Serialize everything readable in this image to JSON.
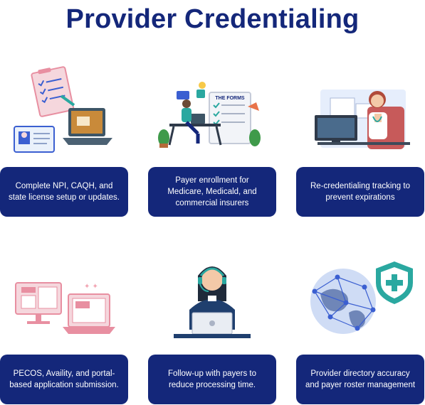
{
  "title": "Provider Credentialing",
  "cards": [
    {
      "text": "Complete NPI, CAQH, and state license setup or updates.",
      "icon": "license-setup-icon"
    },
    {
      "text": "Payer enrollment for Medicare, Medicald, and commercial insurers",
      "icon": "forms-desk-icon"
    },
    {
      "text": "Re-credentialing tracking to prevent expirations",
      "icon": "doctor-computer-icon"
    },
    {
      "text": "PECOS, Availity, and portal-based application submission.",
      "icon": "portal-laptop-icon"
    },
    {
      "text": "Follow-up with payers to reduce processing time.",
      "icon": "support-agent-icon"
    },
    {
      "text": "Provider directory accuracy and payer roster management",
      "icon": "globe-shield-icon"
    }
  ],
  "illustration_text": {
    "forms_sign": "THE FORMS"
  },
  "colors": {
    "navy": "#14277a",
    "teal": "#2aa8a0",
    "pink": "#f2a5b3",
    "blue": "#3b5fd1"
  }
}
